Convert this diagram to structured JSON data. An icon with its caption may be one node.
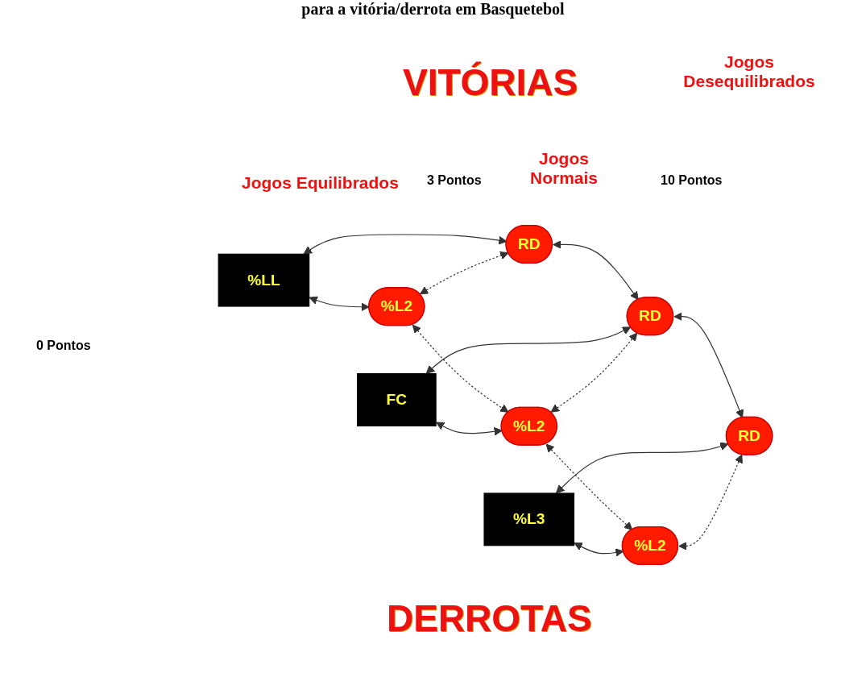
{
  "diagram": {
    "title": "para a vitória/derrota em Basquetebol",
    "nodes": [
      {
        "text": [
          "%L2"
        ]
      },
      {
        "text": [
          "%LL"
        ]
      },
      {
        "text": [
          "RD"
        ]
      },
      {
        "text": [
          "%L2"
        ]
      },
      {
        "text": [
          "FC"
        ]
      },
      {
        "text": [
          "RD"
        ]
      },
      {
        "text": [
          "%L2"
        ]
      },
      {
        "text": [
          "%L3"
        ]
      },
      {
        "text": [
          "RD"
        ]
      }
    ],
    "edges": [
      {
        "from": 1,
        "to": 0,
        "arrow": "both"
      },
      {
        "from": 1,
        "to": 2,
        "arrow": "both"
      },
      {
        "from": 0,
        "to": 2,
        "arrow": "both",
        "style": "dashed"
      },
      {
        "from": 0,
        "to": 3,
        "arrow": "both",
        "style": "dashed"
      },
      {
        "from": 2,
        "to": 5,
        "arrow": "both"
      },
      {
        "from": 4,
        "to": 3,
        "arrow": "both"
      },
      {
        "from": 4,
        "to": 5,
        "arrow": "both"
      },
      {
        "from": 3,
        "to": 5,
        "arrow": "both",
        "style": "dashed"
      },
      {
        "from": 3,
        "to": 6,
        "arrow": "both",
        "style": "dashed"
      },
      {
        "from": 5,
        "to": 8,
        "arrow": "both"
      },
      {
        "from": 7,
        "to": 6,
        "arrow": "both"
      },
      {
        "from": 7,
        "to": 8,
        "arrow": "both"
      },
      {
        "from": 6,
        "to": 8,
        "arrow": "both",
        "style": "dashed"
      }
    ],
    "labels": [
      "VITÓRIAS",
      "Jogos Desequilibrados",
      "Jogos Normais",
      "10 Pontos",
      "Jogos Equilibrados",
      "3 Pontos",
      "0 Pontos",
      "DERROTAS"
    ]
  }
}
